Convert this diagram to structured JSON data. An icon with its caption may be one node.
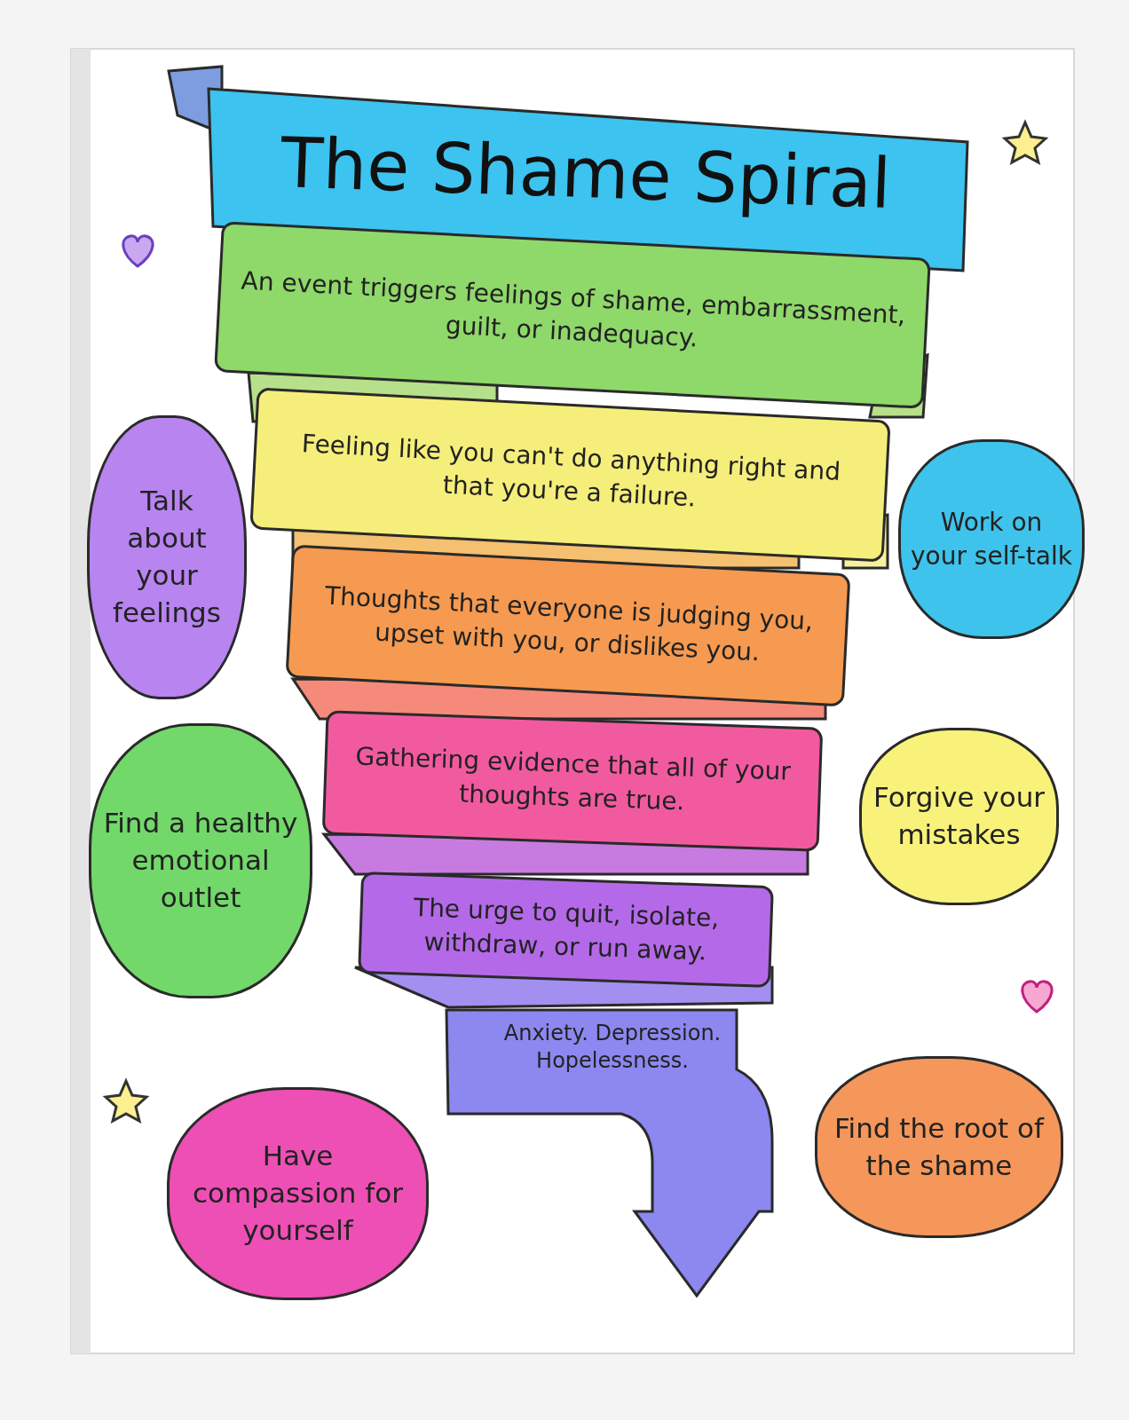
{
  "diagram": {
    "title": "The Shame Spiral",
    "nodes": [
      {
        "text": [
          "An event triggers feelings of shame, embarrassment, guilt, or inadequacy."
        ]
      },
      {
        "text": [
          "Feeling like you can't do anything right and that you're a failure."
        ]
      },
      {
        "text": [
          "Thoughts that everyone is judging you, upset with you, or dislikes you."
        ]
      },
      {
        "text": [
          "Gathering evidence that all of your thoughts are true."
        ]
      },
      {
        "text": [
          "The urge to quit, isolate, withdraw, or run away."
        ]
      },
      {
        "text": [
          "Anxiety. Depression. Hopelessness."
        ]
      },
      {
        "text": [
          "Talk about your feelings"
        ]
      },
      {
        "text": [
          "Work on your self-talk"
        ]
      },
      {
        "text": [
          "Find a healthy emotional outlet"
        ]
      },
      {
        "text": [
          "Forgive your mistakes"
        ]
      },
      {
        "text": [
          "Have compassion for yourself"
        ]
      },
      {
        "text": [
          "Find the root of the shame"
        ]
      }
    ]
  }
}
